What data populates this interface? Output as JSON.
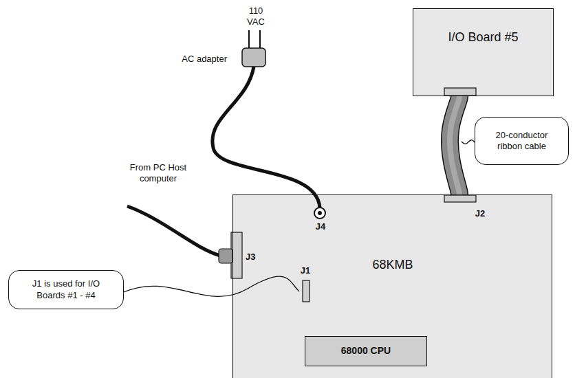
{
  "diagram": {
    "nodes": [
      {
        "text": [
          "I/O Board #5"
        ]
      },
      {
        "text": [
          "68KMB"
        ]
      },
      {
        "text": [
          "68000 CPU"
        ],
        "in": 1
      },
      {
        "text": [
          "20-conductor ribbon cable"
        ]
      },
      {
        "text": [
          "J1 is used for I/O Boards #1 - #4"
        ]
      }
    ],
    "edges": [
      {
        "from": 0,
        "to": 1,
        "arrow": "none"
      }
    ],
    "labels": [
      "110 VAC",
      "AC adapter",
      "From PC Host computer",
      "J4",
      "J2",
      "J3",
      "J1"
    ]
  }
}
